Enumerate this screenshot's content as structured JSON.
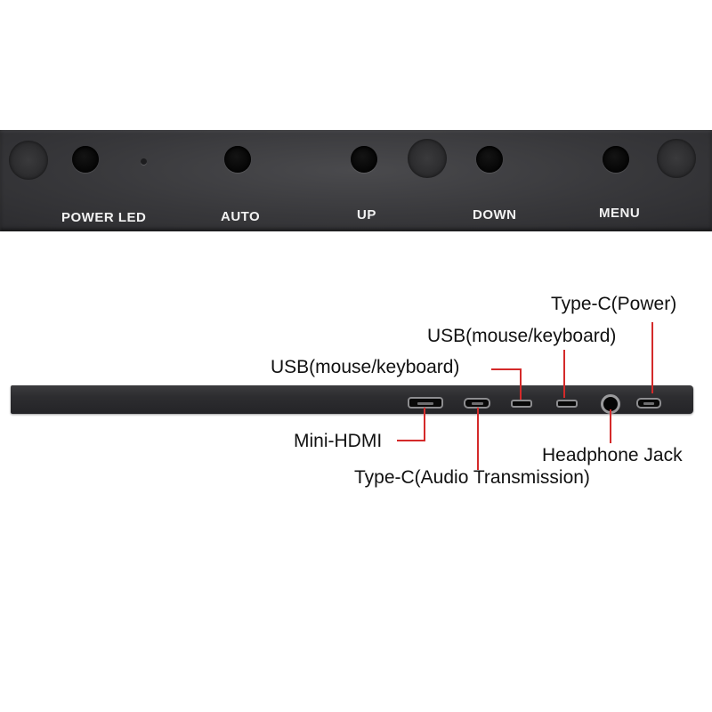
{
  "panel_buttons": {
    "power_led_label": "POWER  LED",
    "auto_label": "AUTO",
    "up_label": "UP",
    "down_label": "DOWN",
    "menu_label": "MENU"
  },
  "ports": {
    "type_c_power": "Type-C(Power)",
    "usb_upper": "USB(mouse/keyboard)",
    "usb_lower": "USB(mouse/keyboard)",
    "mini_hdmi": "Mini-HDMI",
    "headphone_jack": "Headphone Jack",
    "type_c_audio": "Type-C(Audio Transmission)"
  },
  "colors": {
    "panel": "#38383b",
    "callout": "#d42a2a",
    "label_text": "#f2f2f2"
  }
}
